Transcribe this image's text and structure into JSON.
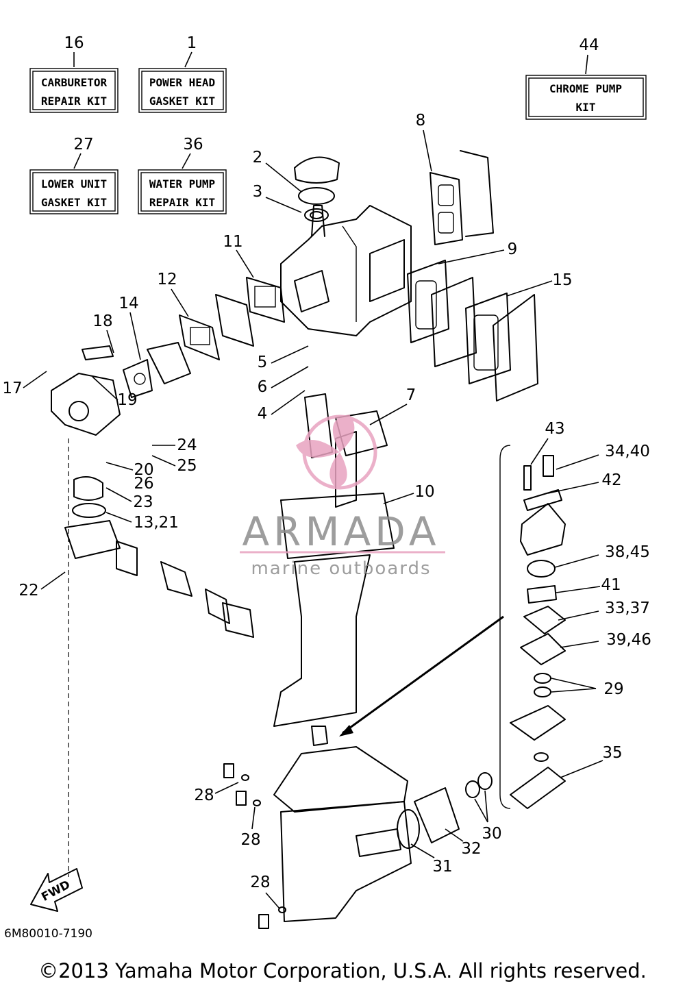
{
  "diagram": {
    "code": "6M80010-7190",
    "fwd": "FWD",
    "kits": [
      {
        "num": "16",
        "line1": "CARBURETOR",
        "line2": "REPAIR KIT"
      },
      {
        "num": "1",
        "line1": "POWER HEAD",
        "line2": "GASKET KIT"
      },
      {
        "num": "27",
        "line1": "LOWER UNIT",
        "line2": "GASKET KIT"
      },
      {
        "num": "36",
        "line1": "WATER PUMP",
        "line2": "REPAIR KIT"
      },
      {
        "num": "44",
        "line1": "CHROME PUMP",
        "line2": "KIT"
      }
    ],
    "callouts": [
      "2",
      "3",
      "8",
      "11",
      "9",
      "12",
      "14",
      "18",
      "15",
      "5",
      "6",
      "4",
      "17",
      "19",
      "7",
      "24",
      "20",
      "25",
      "26",
      "23",
      "13,21",
      "22",
      "10",
      "43",
      "34,40",
      "42",
      "38,45",
      "41",
      "33,37",
      "39,46",
      "29",
      "35",
      "28",
      "28",
      "28",
      "30",
      "31",
      "32"
    ]
  },
  "watermark": {
    "brand": "ARMADA",
    "tagline": "marine outboards",
    "color": "#e8a3c0"
  },
  "footer": {
    "copyright": "©2013 Yamaha Motor Corporation, U.S.A. All rights reserved."
  }
}
